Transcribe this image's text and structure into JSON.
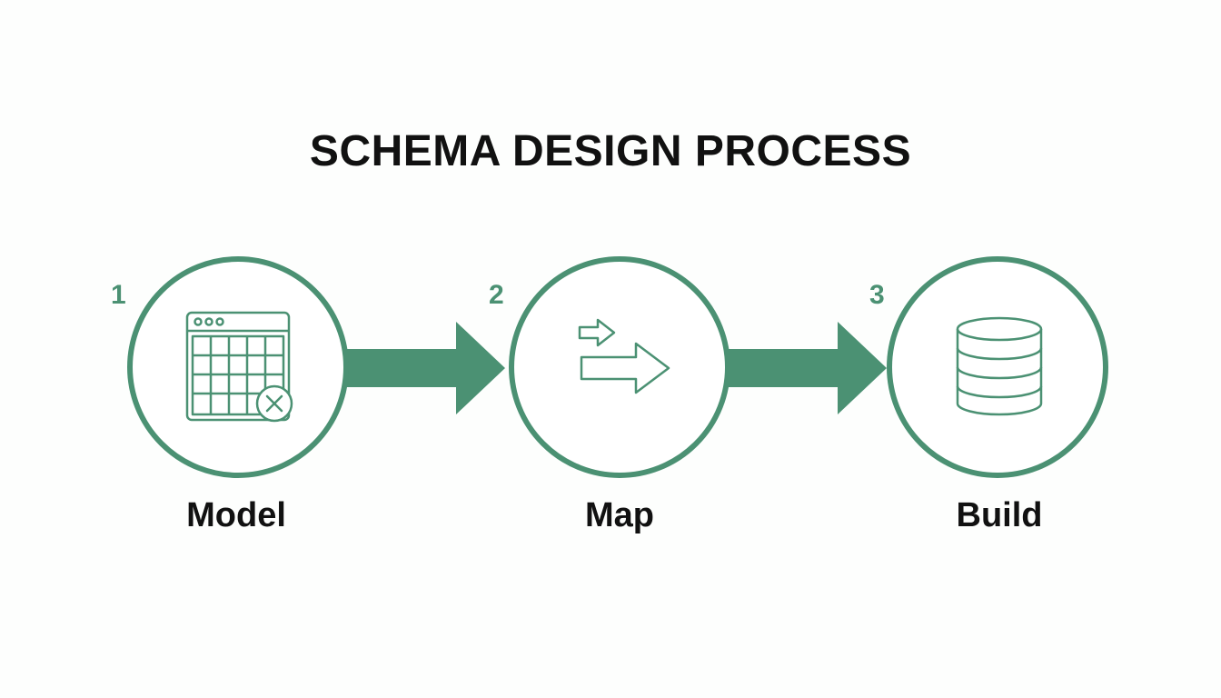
{
  "title": "SCHEMA DESIGN PROCESS",
  "accent_color": "#4b9173",
  "steps": [
    {
      "number": "1",
      "label": "Model",
      "icon": "table-grid-icon"
    },
    {
      "number": "2",
      "label": "Map",
      "icon": "double-arrow-icon"
    },
    {
      "number": "3",
      "label": "Build",
      "icon": "database-icon"
    }
  ]
}
